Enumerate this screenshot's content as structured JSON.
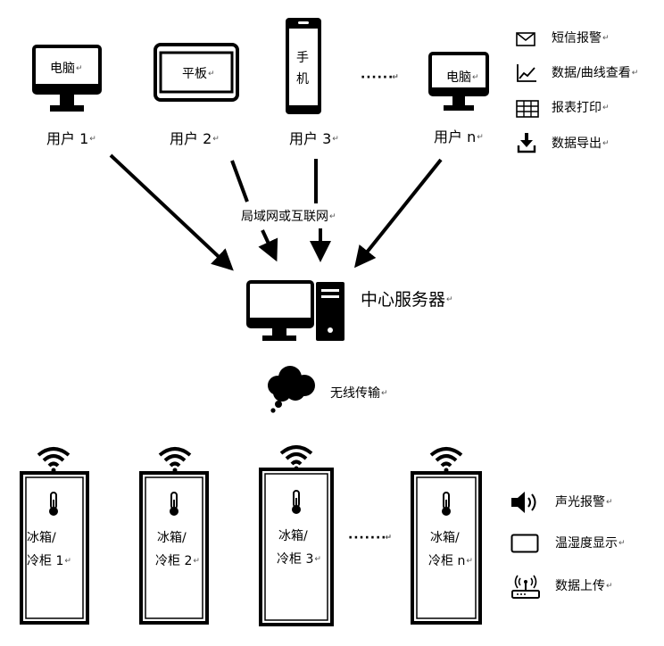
{
  "users": [
    {
      "device_label": "电脑",
      "user_label": "用户 1"
    },
    {
      "device_label": "平板",
      "user_label": "用户 2"
    },
    {
      "device_label_line1": "手",
      "device_label_line2": "机",
      "user_label": "用户 3"
    },
    {
      "device_label": "电脑",
      "user_label": "用户 n"
    }
  ],
  "user_ellipsis": "· · · · · ·",
  "network_label": "局域网或互联网",
  "server_label": "中心服务器",
  "wireless_label": "无线传输",
  "server_features": [
    {
      "icon": "envelope-icon",
      "label": "短信报警"
    },
    {
      "icon": "line-chart-icon",
      "label": "数据/曲线查看"
    },
    {
      "icon": "table-icon",
      "label": "报表打印"
    },
    {
      "icon": "download-icon",
      "label": "数据导出"
    }
  ],
  "fridges": [
    {
      "line1": "冰箱/",
      "line2": "冷柜 1"
    },
    {
      "line1": "冰箱/",
      "line2": "冷柜 2"
    },
    {
      "line1": "冰箱/",
      "line2": "冷柜 3"
    },
    {
      "line1": "冰箱/",
      "line2": "冷柜 n"
    }
  ],
  "fridge_ellipsis": "· · · · · · ·",
  "fridge_features": [
    {
      "icon": "speaker-icon",
      "label": "声光报警"
    },
    {
      "icon": "display-icon",
      "label": "温湿度显示"
    },
    {
      "icon": "router-icon",
      "label": "数据上传"
    }
  ],
  "return_mark": "↵"
}
